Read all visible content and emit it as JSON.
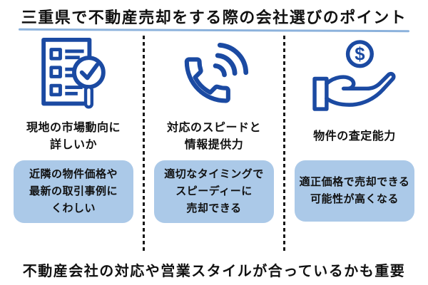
{
  "title": {
    "text": "三重県で不動産売却をする際の会社選びのポイント"
  },
  "columns": [
    {
      "icon": "checklist-magnifier-icon",
      "heading": "現地の市場動向に\n詳しいか",
      "box": "近隣の物件価格や\n最新の取引事例に\nくわしい"
    },
    {
      "icon": "ringing-phone-icon",
      "heading": "対応のスピードと\n情報提供力",
      "box": "適切なタイミングで\nスピーディーに\n売却できる"
    },
    {
      "icon": "hand-coin-icon",
      "heading": "物件の査定能力",
      "box": "適正価格で売却できる\n可能性が高くなる"
    }
  ],
  "footer": {
    "text": "不動産会社の対応や営業スタイルが合っているかも重要"
  },
  "colors": {
    "icon_blue": "#1b4aa2",
    "box_fill": "#abc9e8",
    "title_underline": "#8cb2dc",
    "divider": "#161616",
    "text": "#111111",
    "background": "#ffffff"
  }
}
